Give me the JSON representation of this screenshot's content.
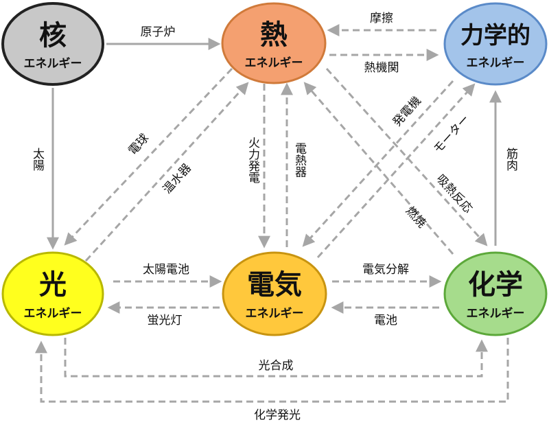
{
  "nodes": {
    "nuclear": {
      "title": "核",
      "sub": "エネルギー",
      "fill": "#c8c8c8",
      "stroke": "#222222"
    },
    "heat": {
      "title": "熱",
      "sub": "エネルギー",
      "fill": "#f4a070",
      "stroke": "#d07a3a"
    },
    "mechanical": {
      "title": "力学的",
      "sub": "エネルギー",
      "fill": "#a3c4ea",
      "stroke": "#5a8ac8"
    },
    "light": {
      "title": "光",
      "sub": "エネルギー",
      "fill": "#ffff1e",
      "stroke": "#b8b800"
    },
    "electric": {
      "title": "電気",
      "sub": "エネルギー",
      "fill": "#ffc83c",
      "stroke": "#c89410"
    },
    "chemical": {
      "title": "化学",
      "sub": "エネルギー",
      "fill": "#a6dc8c",
      "stroke": "#5ca83a"
    }
  },
  "edges": {
    "reactor": "原子炉",
    "friction": "摩擦",
    "heat_engine": "熱機関",
    "sun": "太陽",
    "light_bulb": "電球",
    "water_heater": "温水器",
    "thermal_power": "火力発電",
    "heater": "電熱器",
    "generator": "発電機",
    "motor": "モーター",
    "endothermic": "吸熱反応",
    "combustion": "燃焼",
    "muscle": "筋肉",
    "solar_cell": "太陽電池",
    "fluorescent": "蛍光灯",
    "electrolysis": "電気分解",
    "battery": "電池",
    "photosynthesis": "光合成",
    "chemiluminescence": "化学発光"
  },
  "colors": {
    "arrow": "#a6a6a6",
    "text": "#111111"
  }
}
